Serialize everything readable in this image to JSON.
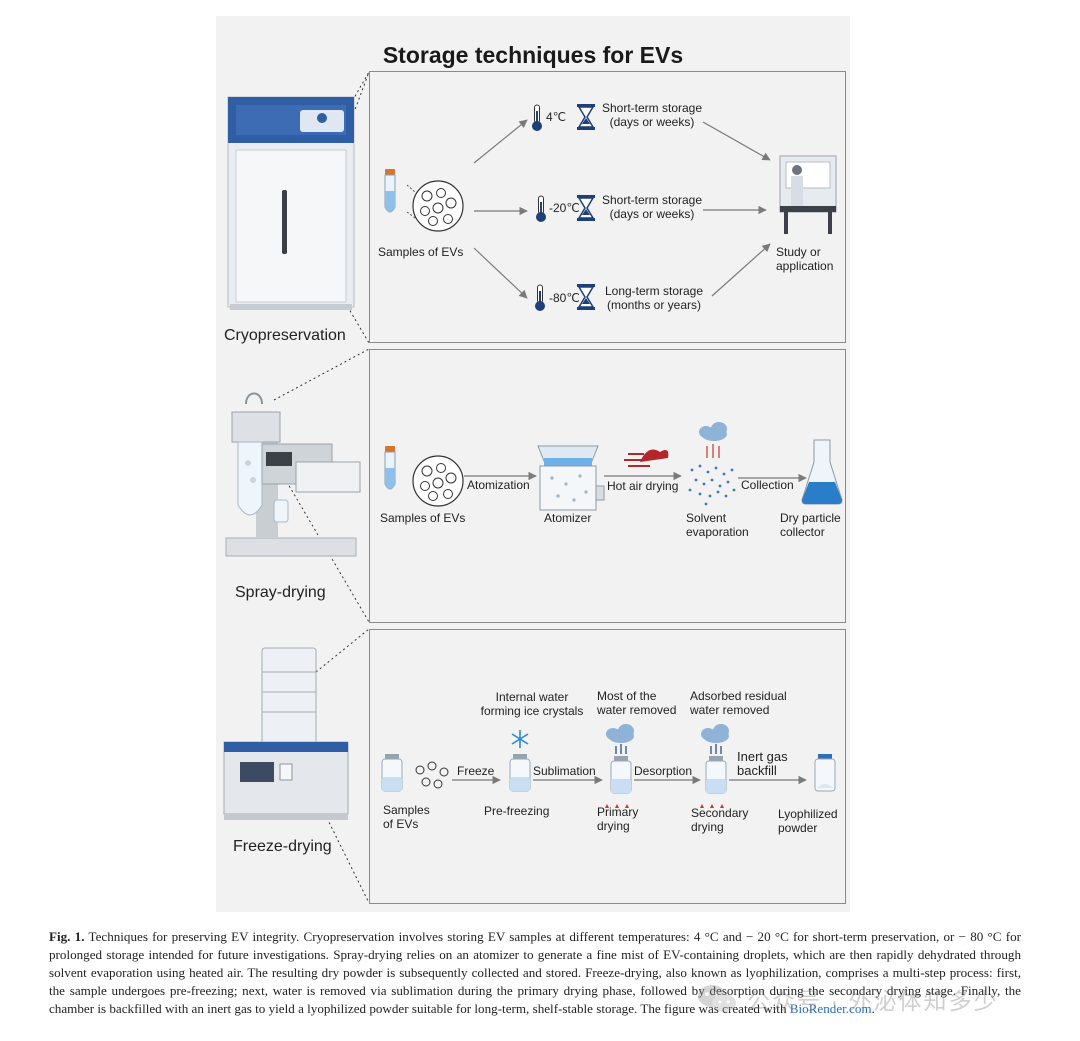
{
  "figure": {
    "title": "Storage techniques for EVs"
  },
  "cryo": {
    "method_label": "Cryopreservation",
    "samples_label": "Samples of EVs",
    "temps": [
      "4℃",
      "-20℃",
      "-80℃"
    ],
    "storage": [
      {
        "line1": "Short-term storage",
        "line2": "(days or weeks)"
      },
      {
        "line1": "Short-term storage",
        "line2": "(days or weeks)"
      },
      {
        "line1": "Long-term storage",
        "line2": "(months or years)"
      }
    ],
    "result_line1": "Study or",
    "result_line2": "application"
  },
  "spray": {
    "method_label": "Spray-drying",
    "samples_label": "Samples of EVs",
    "atomization": "Atomization",
    "atomizer": "Atomizer",
    "hot_air": "Hot air drying",
    "solvent_line1": "Solvent",
    "solvent_line2": "evaporation",
    "collection": "Collection",
    "dry_line1": "Dry particle",
    "dry_line2": "collector"
  },
  "freeze": {
    "method_label": "Freeze-drying",
    "samples_line1": "Samples",
    "samples_line2": "of EVs",
    "freeze": "Freeze",
    "internal_line1": "Internal water",
    "internal_line2": "forming ice crystals",
    "prefreezing": "Pre-freezing",
    "sublimation": "Sublimation",
    "most_line1": "Most of the",
    "most_line2": "water removed",
    "primary_line1": "Primary",
    "primary_line2": "drying",
    "desorption": "Desorption",
    "adsorbed_line1": "Adsorbed residual",
    "adsorbed_line2": "water removed",
    "secondary_line1": "Secondary",
    "secondary_line2": "drying",
    "inert_line1": "Inert gas",
    "inert_line2": "backfill",
    "lyo_line1": "Lyophilized",
    "lyo_line2": "powder"
  },
  "caption": {
    "fig_label": "Fig. 1.",
    "text": " Techniques for preserving EV integrity. Cryopreservation involves storing EV samples at different temperatures: 4 °C and − 20 °C for short-term preservation, or − 80 °C for prolonged storage intended for future investigations. Spray-drying relies on an atomizer to generate a fine mist of EV-containing droplets, which are then rapidly dehydrated through solvent evaporation using heated air. The resulting dry powder is subsequently collected and stored. Freeze-drying, also known as lyophilization, comprises a multi-step process: first, the sample undergoes pre-freezing; next, water is removed via sublimation during the primary drying phase, followed by desorption during the secondary drying stage. Finally, the chamber is backfilled with an inert gas to yield a lyophilized powder suitable for long-term, shelf-stable storage. The figure was created with ",
    "link": "BioRender.com",
    "end": "."
  },
  "watermark": {
    "text": "公众号 · 外泌体知多少"
  },
  "colors": {
    "panel_bg": "#f2f2f2",
    "accent_blue": "#2a6ebb",
    "icon_navy": "#1f3f78"
  }
}
